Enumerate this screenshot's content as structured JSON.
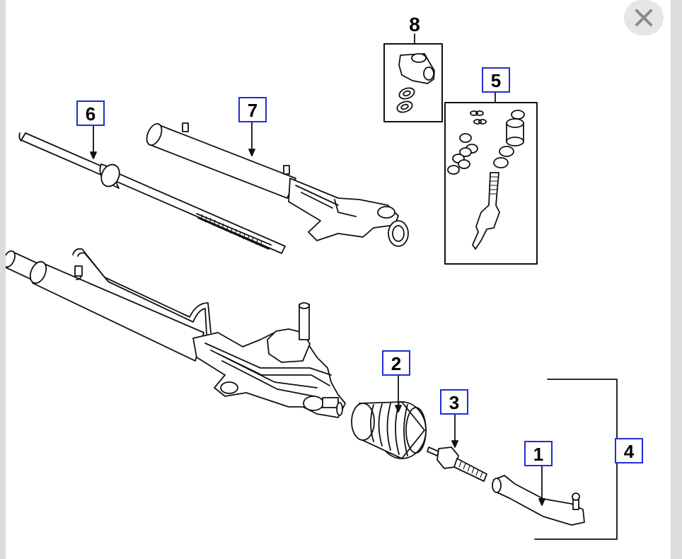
{
  "viewer": {
    "close_icon": "close-x-icon",
    "colors": {
      "callout_box": "#1f2fd0",
      "ink": "#111111",
      "background": "#ffffff",
      "close_button_bg": "#e6e6e6"
    }
  },
  "callouts": {
    "part_1": "1",
    "part_2": "2",
    "part_3": "3",
    "part_4": "4",
    "part_5": "5",
    "part_6": "6",
    "part_7": "7",
    "part_8": "8"
  }
}
